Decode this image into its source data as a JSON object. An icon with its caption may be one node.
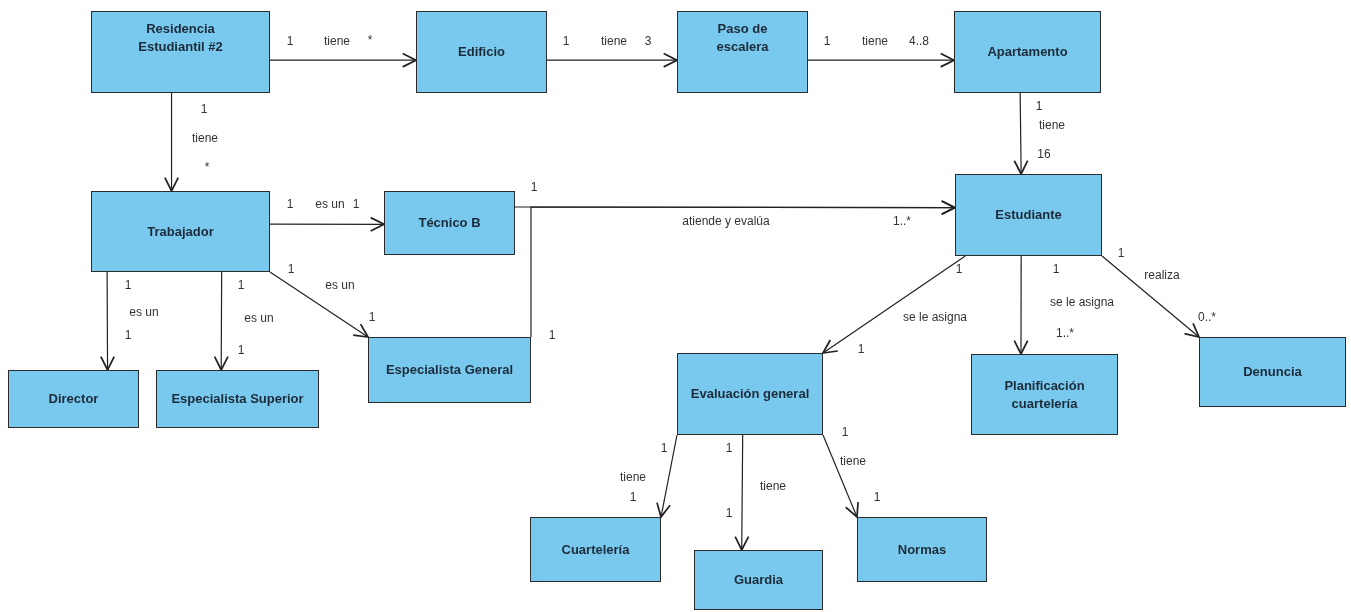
{
  "diagram": {
    "nodes": [
      {
        "text": [
          "Residencia Estudiantil #2"
        ]
      },
      {
        "text": [
          "Edificio"
        ]
      },
      {
        "text": [
          "Paso de escalera"
        ]
      },
      {
        "text": [
          "Apartamento"
        ]
      },
      {
        "text": [
          "Trabajador"
        ]
      },
      {
        "text": [
          "Técnico B"
        ]
      },
      {
        "text": [
          "Estudiante"
        ]
      },
      {
        "text": [
          "Director"
        ]
      },
      {
        "text": [
          "Especialista Superior"
        ]
      },
      {
        "text": [
          "Especialista General"
        ]
      },
      {
        "text": [
          "Evaluación general"
        ]
      },
      {
        "text": [
          "Planificación cuartelería"
        ]
      },
      {
        "text": [
          "Denuncia"
        ]
      },
      {
        "text": [
          "Cuartelería"
        ]
      },
      {
        "text": [
          "Guardia"
        ]
      },
      {
        "text": [
          "Normas"
        ]
      }
    ],
    "edges": [
      {
        "from": 0,
        "to": 1,
        "arrow": "to",
        "label": "tiene"
      },
      {
        "from": 1,
        "to": 2,
        "arrow": "to",
        "label": "tiene"
      },
      {
        "from": 2,
        "to": 3,
        "arrow": "to",
        "label": "tiene"
      },
      {
        "from": 0,
        "to": 4,
        "arrow": "to",
        "label": "tiene"
      },
      {
        "from": 3,
        "to": 6,
        "arrow": "to",
        "label": "tiene"
      },
      {
        "from": 4,
        "to": 5,
        "arrow": "to",
        "label": "es un"
      },
      {
        "from": 5,
        "to": 6,
        "arrow": "to",
        "label": "atiende y evalúa"
      },
      {
        "from": 9,
        "to": 6,
        "arrow": "to"
      },
      {
        "from": 4,
        "to": 7,
        "arrow": "to",
        "label": "es un"
      },
      {
        "from": 4,
        "to": 8,
        "arrow": "to",
        "label": "es un"
      },
      {
        "from": 4,
        "to": 9,
        "arrow": "to",
        "label": "es un"
      },
      {
        "from": 6,
        "to": 10,
        "arrow": "to",
        "label": "se le asigna"
      },
      {
        "from": 6,
        "to": 11,
        "arrow": "to",
        "label": "se le asigna"
      },
      {
        "from": 6,
        "to": 12,
        "arrow": "to",
        "label": "realiza"
      },
      {
        "from": 10,
        "to": 13,
        "arrow": "to",
        "label": "tiene"
      },
      {
        "from": 10,
        "to": 14,
        "arrow": "to",
        "label": "tiene"
      },
      {
        "from": 10,
        "to": 15,
        "arrow": "to",
        "label": "tiene"
      }
    ],
    "labels": [
      "1",
      "*",
      "1",
      "3",
      "1",
      "4..8",
      "1",
      "*",
      "1",
      "16",
      "1",
      "1",
      "1",
      "1..*",
      "1",
      "1",
      "1",
      "1",
      "1",
      "1",
      "1",
      "1",
      "1",
      "1",
      "1..*",
      "1",
      "0..*",
      "1",
      "1",
      "1",
      "1",
      "1",
      "1"
    ]
  }
}
